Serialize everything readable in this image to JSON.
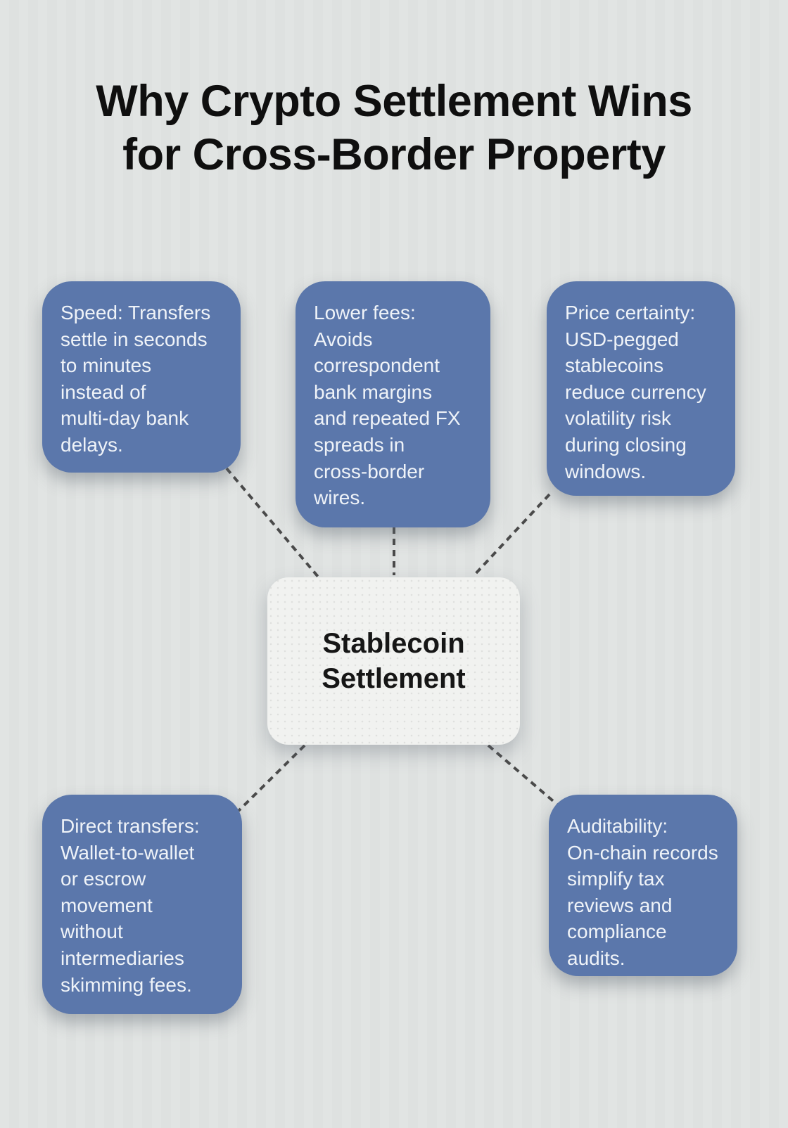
{
  "page": {
    "title_line1": "Why Crypto Settlement Wins",
    "title_line2": "for Cross-Border Property"
  },
  "center_node": {
    "label": "Stablecoin\nSettlement"
  },
  "nodes": [
    {
      "id": "speed",
      "text": "Speed: Transfers\nsettle in seconds\nto minutes\ninstead of\nmulti-day bank\ndelays."
    },
    {
      "id": "lower-fees",
      "text": "Lower fees:\nAvoids\ncorrespondent\nbank margins\nand repeated FX\nspreads in\ncross-border\nwires."
    },
    {
      "id": "price-certainty",
      "text": "Price certainty:\nUSD-pegged\nstablecoins\nreduce currency\nvolatility risk\nduring closing\nwindows."
    },
    {
      "id": "direct-transfers",
      "text": "Direct transfers:\nWallet-to-wallet\nor escrow\nmovement\nwithout\nintermediaries\nskimming fees."
    },
    {
      "id": "auditability",
      "text": "Auditability:\nOn-chain records\nsimplify tax\nreviews and\ncompliance\naudits."
    }
  ],
  "colors": {
    "background": "#dee1e0",
    "node_fill": "#5b77ab",
    "node_text": "#eff3f8",
    "center_fill": "#f1f2f0",
    "center_text": "#161616",
    "title_text": "#0f0f0f",
    "connector": "#4a4a4a"
  }
}
